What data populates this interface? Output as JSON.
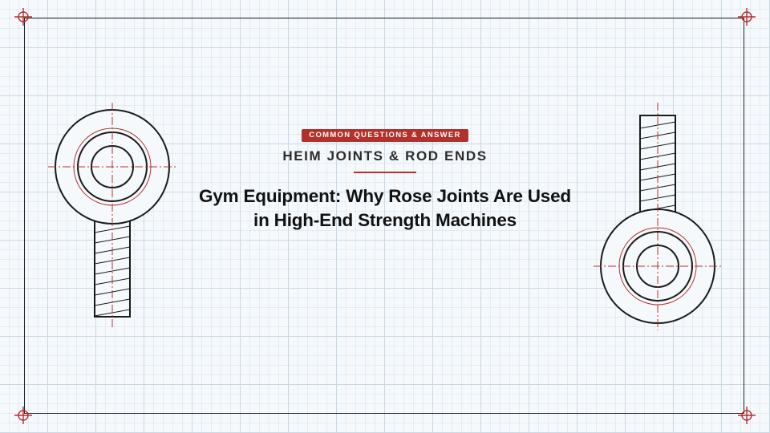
{
  "header": {
    "badge": "COMMON QUESTIONS & ANSWER",
    "category": "HEIM JOINTS & ROD ENDS",
    "title_line1": "Gym Equipment: Why Rose Joints Are Used",
    "title_line2": "in High-End Strength Machines"
  },
  "colors": {
    "accent": "#b3302b",
    "ink": "#1a1a1a",
    "grid": "#c9d8e6",
    "background": "#f6f9fc"
  },
  "icons": {
    "corner_marks": "crosshair-target-icon",
    "left_drawing": "rod-end-joint-icon",
    "right_drawing": "rod-end-joint-icon"
  }
}
